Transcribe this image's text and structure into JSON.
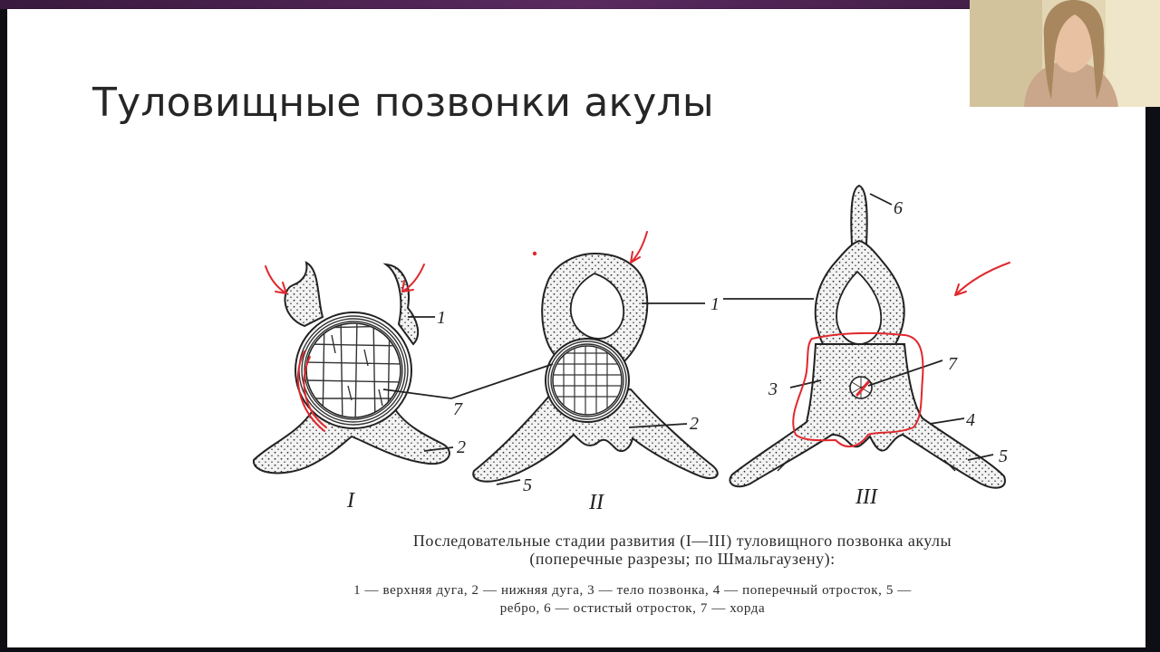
{
  "slide": {
    "title": "Туловищные позвонки акулы"
  },
  "diagram": {
    "stages": [
      {
        "label": "I"
      },
      {
        "label": "II"
      },
      {
        "label": "III"
      }
    ],
    "part_numbers": [
      "1",
      "2",
      "3",
      "4",
      "5",
      "6",
      "7"
    ],
    "caption_line1": "Последовательные стадии развития (I—III) туловищного позвонка акулы",
    "caption_line2": "(поперечные разрезы; по Шмальгаузену):",
    "legend_line1": "1 — верхняя дуга, 2 — нижняя дуга, 3 — тело позвонка, 4 — поперечный отросток, 5 —",
    "legend_line2": "ребро, 6 — остистый отросток, 7 — хорда"
  },
  "colors": {
    "annotation_red": "#e0282d",
    "ink": "#222222",
    "slide_bg": "#ffffff",
    "frame_bg": "#0e0f14"
  }
}
